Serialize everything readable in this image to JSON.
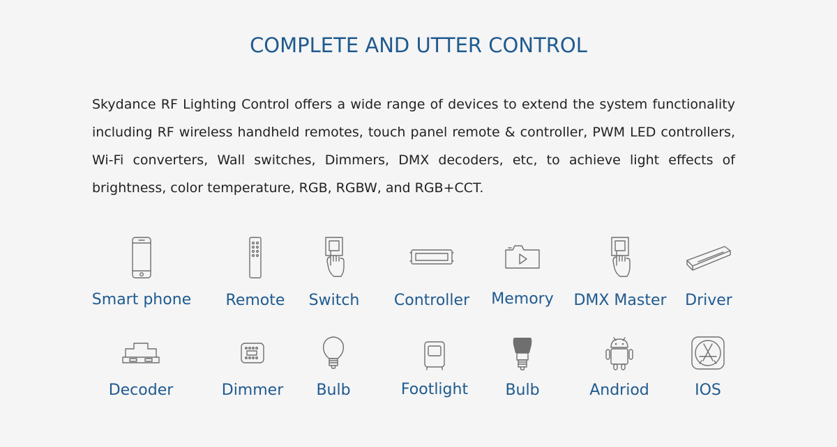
{
  "heading": "COMPLETE AND UTTER CONTROL",
  "description": "Skydance RF Lighting Control offers a wide range of devices to extend the system functionality including RF wireless handheld remotes, touch panel remote & controller, PWM LED controllers, Wi-Fi converters, Wall switches, Dimmers, DMX decoders, etc, to achieve light effects of brightness, color temperature, RGB, RGBW, and RGB+CCT.",
  "accent_color": "#1f5a8f",
  "row1": [
    {
      "label": "Smart phone",
      "icon": "smartphone-icon"
    },
    {
      "label": "Remote",
      "icon": "remote-icon"
    },
    {
      "label": "Switch",
      "icon": "switch-icon"
    },
    {
      "label": "Controller",
      "icon": "controller-icon"
    },
    {
      "label": "Memory",
      "icon": "memory-icon"
    },
    {
      "label": "DMX Master",
      "icon": "dmx-master-icon"
    },
    {
      "label": "Driver",
      "icon": "driver-icon"
    }
  ],
  "row2": [
    {
      "label": "Decoder",
      "icon": "decoder-icon"
    },
    {
      "label": "Dimmer",
      "icon": "dimmer-icon"
    },
    {
      "label": "Bulb",
      "icon": "bulb-icon"
    },
    {
      "label": "Footlight",
      "icon": "footlight-icon"
    },
    {
      "label": "Bulb",
      "icon": "smart-bulb-icon"
    },
    {
      "label": "Andriod",
      "icon": "android-icon"
    },
    {
      "label": "IOS",
      "icon": "ios-appstore-icon"
    }
  ]
}
